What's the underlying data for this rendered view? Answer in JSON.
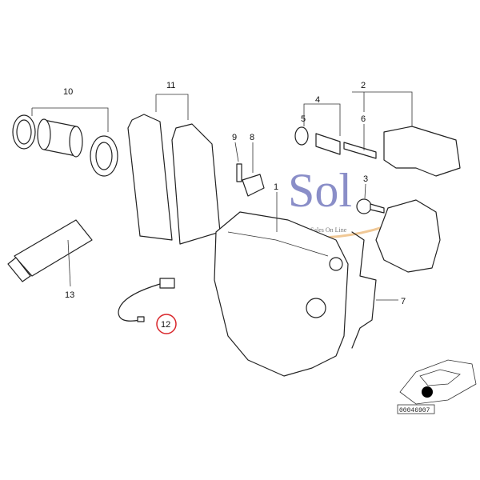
{
  "diagram": {
    "part_labels": {
      "p1": "1",
      "p2": "2",
      "p3": "3",
      "p4": "4",
      "p5": "5",
      "p6": "6",
      "p7": "7",
      "p8": "8",
      "p9": "9",
      "p10": "10",
      "p11": "11",
      "p12": "12",
      "p13": "13"
    },
    "highlighted_part": "12",
    "highlight_color": "#d9262b",
    "diagram_code": "00046907",
    "watermark": {
      "logo": "Sol",
      "tagline": "Sales On Line",
      "color": "#5a5fa8"
    }
  }
}
